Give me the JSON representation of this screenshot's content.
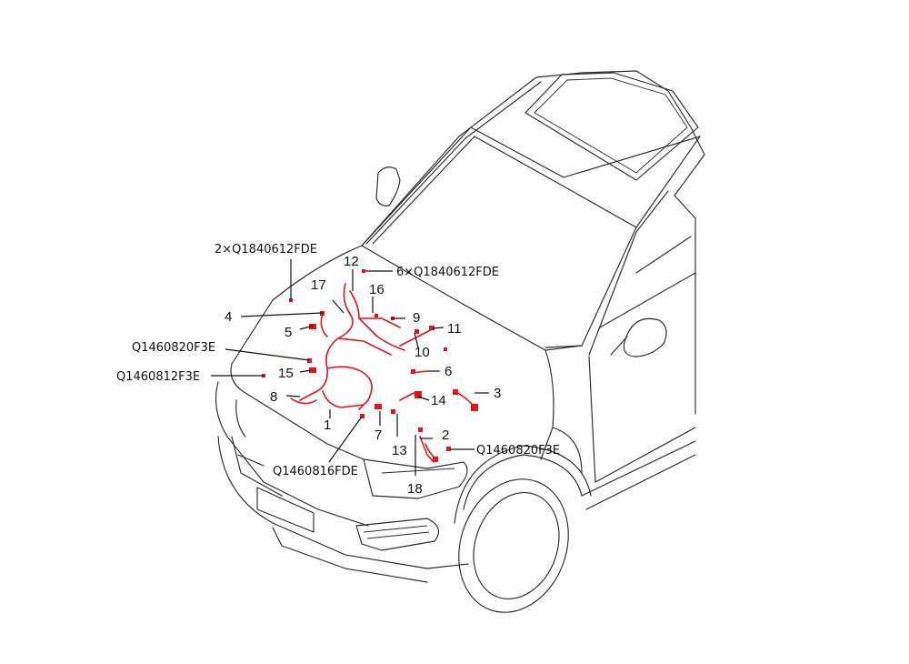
{
  "callouts": {
    "n1": "1",
    "n2": "2",
    "n3": "3",
    "n4": "4",
    "n5": "5",
    "n6": "6",
    "n7": "7",
    "n8": "8",
    "n9": "9",
    "n10": "10",
    "n11": "11",
    "n12": "12",
    "n13": "13",
    "n14": "14",
    "n15": "15",
    "n16": "16",
    "n17": "17",
    "n18": "18"
  },
  "fasteners": {
    "top_left": "2×Q1840612FDE",
    "top_center": "6×Q1840612FDE",
    "left_upper": "Q1460820F3E",
    "left_lower": "Q1460812F3E",
    "right": "Q1460820F3E",
    "bottom": "Q1460816FDE"
  },
  "colors": {
    "harness": "#e8141a",
    "outline": "#2b2b2b",
    "text": "#111111"
  }
}
